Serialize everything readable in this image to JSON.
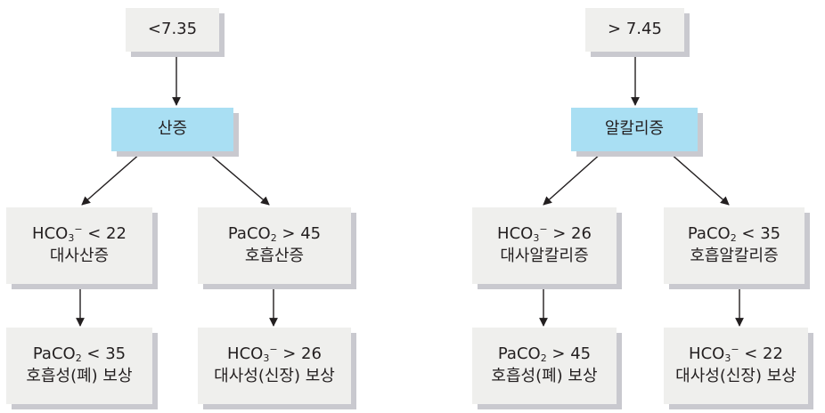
{
  "left": {
    "threshold": "<7.35",
    "state": "산증",
    "metabolic": {
      "sym": "HCO",
      "sub": "3",
      "sup": "−",
      "op": " < 22",
      "label": "대사산증"
    },
    "respiratory": {
      "sym": "PaCO",
      "sub": "2",
      "op": " > 45",
      "label": "호흡산증"
    },
    "comp_metabolic": {
      "sym": "PaCO",
      "sub": "2",
      "op": " < 35",
      "label": "호흡성(폐) 보상"
    },
    "comp_respiratory": {
      "sym": "HCO",
      "sub": "3",
      "sup": "−",
      "op": " > 26",
      "label": "대사성(신장) 보상"
    }
  },
  "right": {
    "threshold": "> 7.45",
    "state": "알칼리증",
    "metabolic": {
      "sym": "HCO",
      "sub": "3",
      "sup": "−",
      "op": " > 26",
      "label": "대사알칼리증"
    },
    "respiratory": {
      "sym": "PaCO",
      "sub": "2",
      "op": " < 35",
      "label": "호흡알칼리증"
    },
    "comp_metabolic": {
      "sym": "PaCO",
      "sub": "2",
      "op": " > 45",
      "label": "호흡성(폐) 보상"
    },
    "comp_respiratory": {
      "sym": "HCO",
      "sub": "3",
      "sup": "−",
      "op": " < 22",
      "label": "대사성(신장) 보상"
    }
  }
}
